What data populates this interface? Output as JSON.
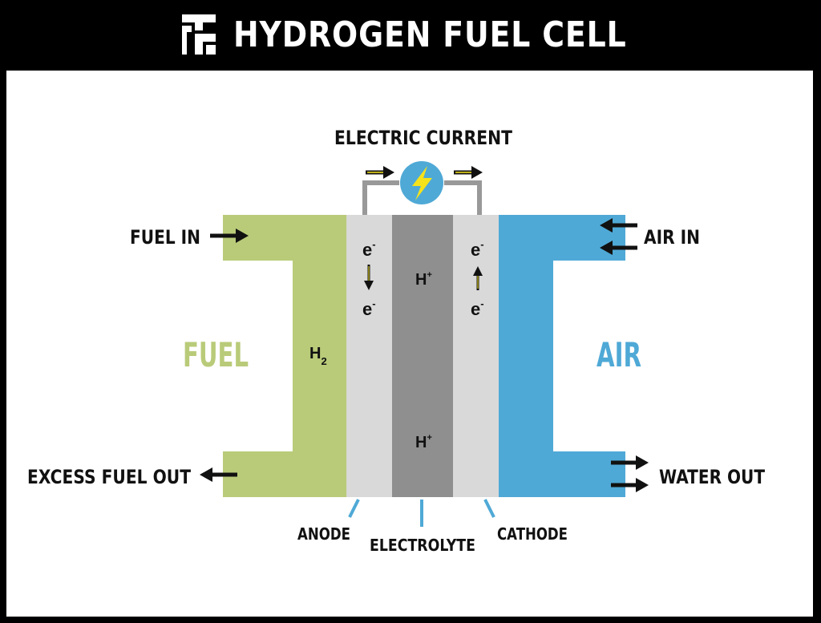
{
  "header": {
    "title": "HYDROGEN FUEL CELL",
    "logo_icon": "brand-logo-icon"
  },
  "labels": {
    "electric_current": "ELECTRIC CURRENT",
    "fuel_in": "FUEL IN",
    "air_in": "AIR IN",
    "fuel": "FUEL",
    "air": "AIR",
    "excess_fuel_out": "EXCESS FUEL OUT",
    "water_out": "WATER OUT",
    "anode": "ANODE",
    "electrolyte": "ELECTROLYTE",
    "cathode": "CATHODE"
  },
  "chemistry": {
    "electron": "e",
    "electron_charge": "-",
    "hydrogen_ion": "H",
    "ion_charge": "+",
    "hydrogen_gas": "H",
    "hydrogen_subscript": "2"
  },
  "icons": {
    "current": "lightning-bolt-icon",
    "arrows": "arrow-icon"
  },
  "colors": {
    "fuel": "#b9cb79",
    "air": "#4fa9d6",
    "anode": "#d9d9d9",
    "electrolyte": "#8f8f8f",
    "cathode": "#d9d9d9",
    "bolt": "#f5e21a",
    "wire": "#999999",
    "frame": "#000000"
  }
}
